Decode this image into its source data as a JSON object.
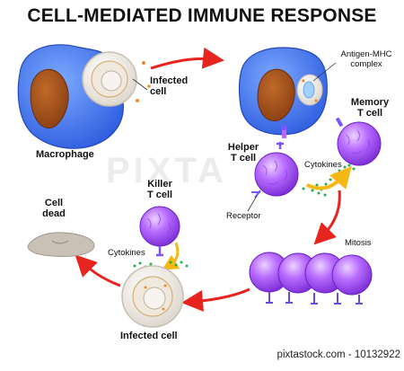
{
  "title": "CELL-MEDIATED IMMUNE RESPONSE",
  "labels": {
    "infected_cell_top": [
      "Infected",
      "cell"
    ],
    "macrophage": "Macrophage",
    "antigen_mhc": [
      "Antigen-MHC",
      "complex"
    ],
    "memory_t": [
      "Memory",
      "T cell"
    ],
    "helper_t": [
      "Helper",
      "T cell"
    ],
    "cytokines_right": "Cytokines",
    "receptor": "Receptor",
    "mitosis": "Mitosis",
    "killer_t": [
      "Killer",
      "T cell"
    ],
    "cell_dead": [
      "Cell",
      "dead"
    ],
    "cytokines_left": "Cytokines",
    "infected_cell_bottom": "Infected cell"
  },
  "watermark": "PIXTA",
  "footer": "pixtastock.com - 10132922",
  "colors": {
    "arrow": "#e8241f",
    "macrophage": "#4d7ff0",
    "nucleus": "#a0521e",
    "tcell": "#a54cff",
    "tcell_light": "#d9a9ff",
    "cytokine": "#21b04b",
    "yellow_arrow": "#f5b814"
  }
}
